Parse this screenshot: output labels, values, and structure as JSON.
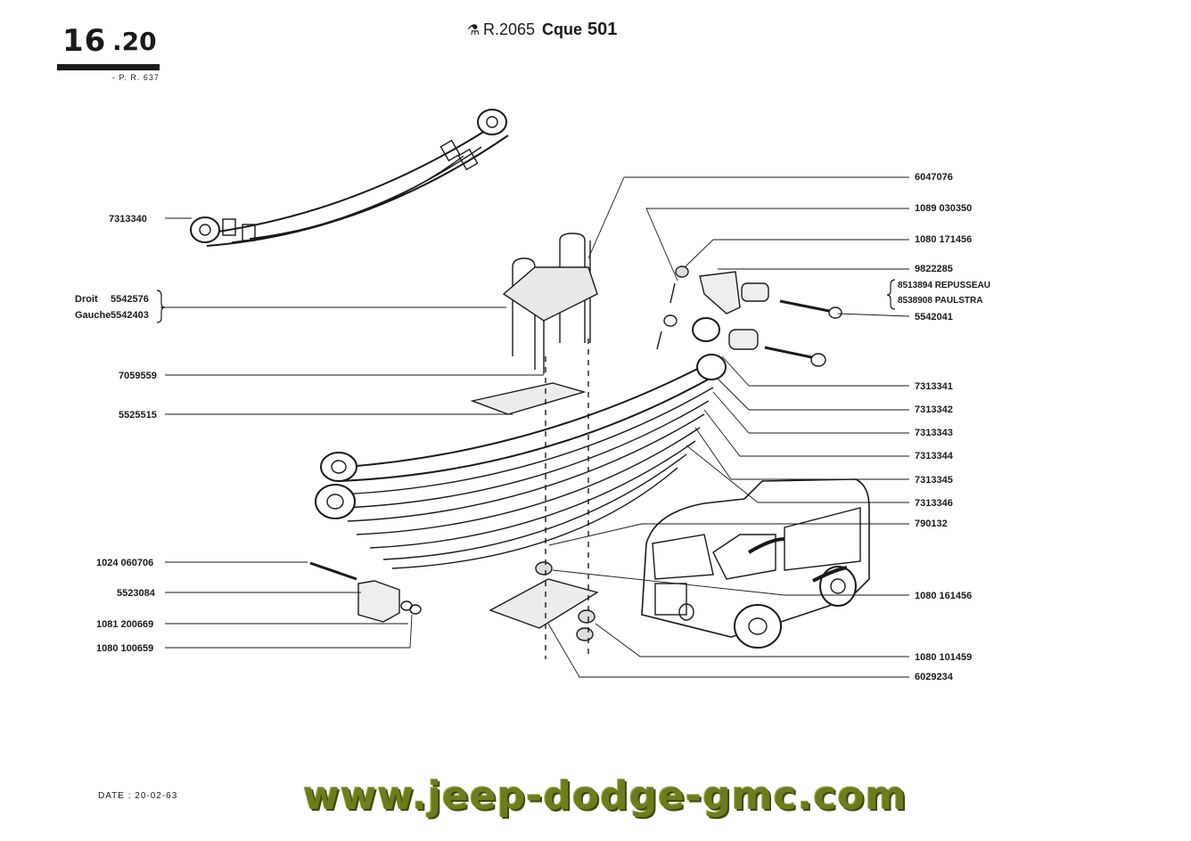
{
  "header": {
    "section": "16",
    "subsection": ".20",
    "pr_ref": "- P. R. 637",
    "model_logo": "renault-logo-icon",
    "model_ref": "R.2065",
    "model_name": "Cque",
    "model_number": "501"
  },
  "footer": {
    "date": "DATE : 20-02-63",
    "website": "www.jeep-dodge-gmc.com"
  },
  "labels_left": [
    {
      "text": "7313340"
    },
    {
      "prefix": "Droit",
      "text": "5542576"
    },
    {
      "prefix": "Gauche",
      "text": "5542403"
    },
    {
      "text": "7059559"
    },
    {
      "text": "5525515"
    },
    {
      "text": "1024 060706"
    },
    {
      "text": "5523084"
    },
    {
      "text": "1081 200669"
    },
    {
      "text": "1080 100659"
    }
  ],
  "labels_right": [
    {
      "text": "6047076"
    },
    {
      "text": "1089 030350"
    },
    {
      "text": "1080 171456"
    },
    {
      "text": "9822285"
    },
    {
      "text": "8513894 REPUSSEAU"
    },
    {
      "text": "8538908 PAULSTRA"
    },
    {
      "text": "5542041"
    },
    {
      "text": "7313341"
    },
    {
      "text": "7313342"
    },
    {
      "text": "7313343"
    },
    {
      "text": "7313344"
    },
    {
      "text": "7313345"
    },
    {
      "text": "7313346"
    },
    {
      "text": "790132"
    },
    {
      "text": "1080 161456"
    },
    {
      "text": "1080 101459"
    },
    {
      "text": "6029234"
    }
  ],
  "colors": {
    "ink": "#1a1a1a",
    "website": "#6b7d1e"
  }
}
